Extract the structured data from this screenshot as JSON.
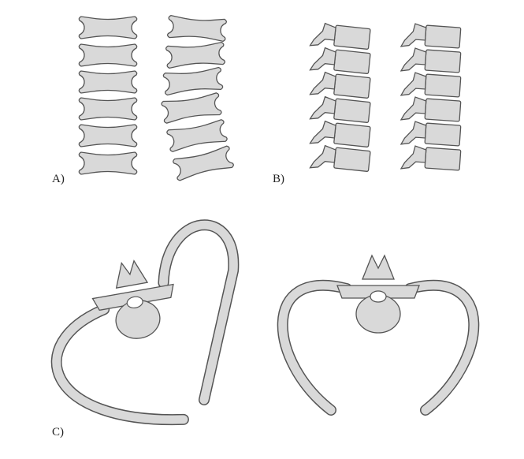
{
  "labels": {
    "a": "A)",
    "b": "B)",
    "c": "C)"
  },
  "colors": {
    "bone_fill": "#d9d9d9",
    "outline": "#555555",
    "canal": "#ffffff"
  }
}
